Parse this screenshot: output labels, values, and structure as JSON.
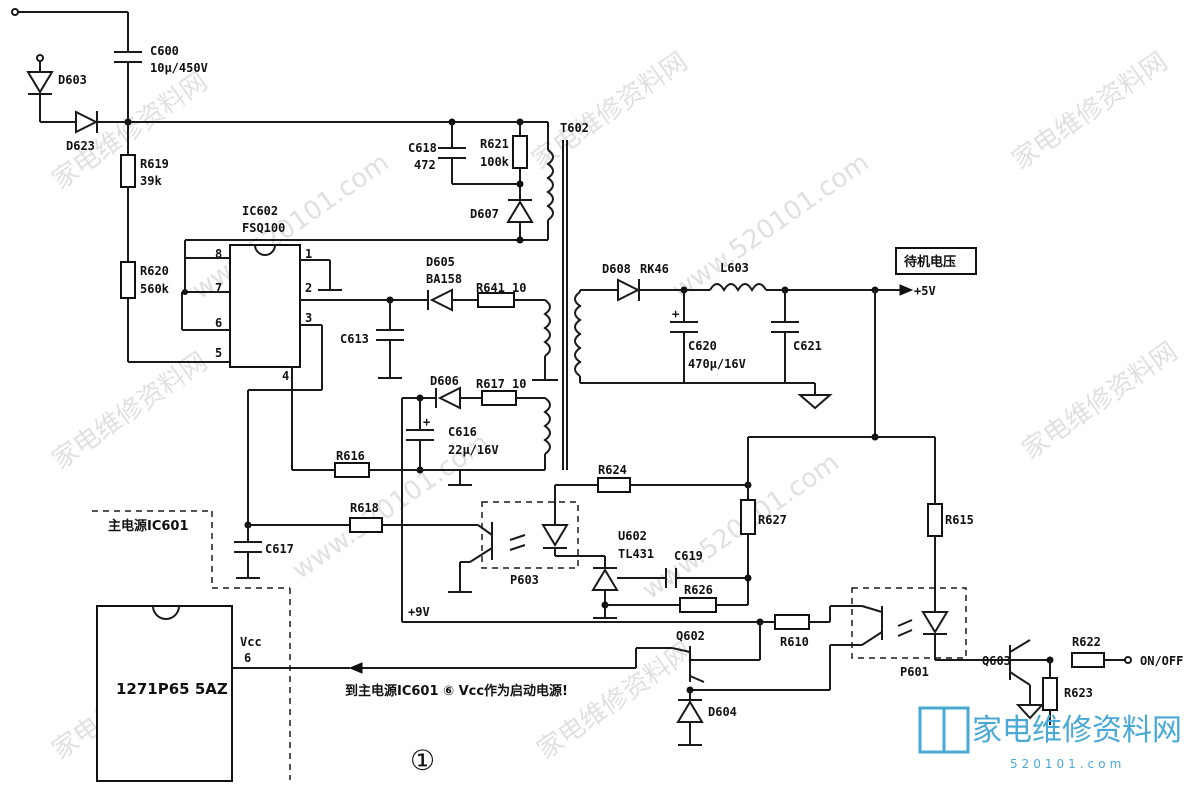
{
  "title_tag": "待机电压",
  "output_voltage": "+5V",
  "nine_volt": "+9V",
  "on_off": "ON/OFF",
  "main_ic": {
    "group_label": "主电源IC601",
    "part": "1271P65 5AZ",
    "pin_label": "Vcc",
    "pin_num": "6"
  },
  "note": "到主电源IC601 ⑥ Vcc作为启动电源!",
  "figure_number": "①",
  "ic602": {
    "ref": "IC602",
    "part": "FSQ100",
    "pins": [
      "1",
      "2",
      "3",
      "4",
      "5",
      "6",
      "7",
      "8"
    ]
  },
  "components": {
    "c600": "C600",
    "c600_val": "10μ/450V",
    "d603": "D603",
    "d623": "D623",
    "r619": "R619",
    "r619_val": "39k",
    "r620": "R620",
    "r620_val": "560k",
    "c618": "C618",
    "c618_val": "472",
    "r621": "R621",
    "r621_val": "100k",
    "d607": "D607",
    "t602": "T602",
    "d605": "D605",
    "d605_val": "BA158",
    "r641": "R641",
    "r641_val": "10",
    "c613": "C613",
    "d606": "D606",
    "r617": "R617",
    "r617_val": "10",
    "c616": "C616",
    "c616_val": "22μ/16V",
    "r616": "R616",
    "r618": "R618",
    "c617": "C617",
    "d608": "D608",
    "d608_val": "RK46",
    "l603": "L603",
    "c620": "C620",
    "c620_val": "470μ/16V",
    "c621": "C621",
    "r624": "R624",
    "r627": "R627",
    "u602": "U602",
    "u602_val": "TL431",
    "c619": "C619",
    "r626": "R626",
    "p603": "P603",
    "p601": "P601",
    "r615": "R615",
    "r610": "R610",
    "q602": "Q602",
    "q603": "Q603",
    "d604": "D604",
    "r622": "R622",
    "r623": "R623"
  },
  "watermarks": [
    "家电维修资料网",
    "www.520101.com"
  ],
  "logo": {
    "text": "家电维修资料网",
    "url": "520101.com"
  }
}
